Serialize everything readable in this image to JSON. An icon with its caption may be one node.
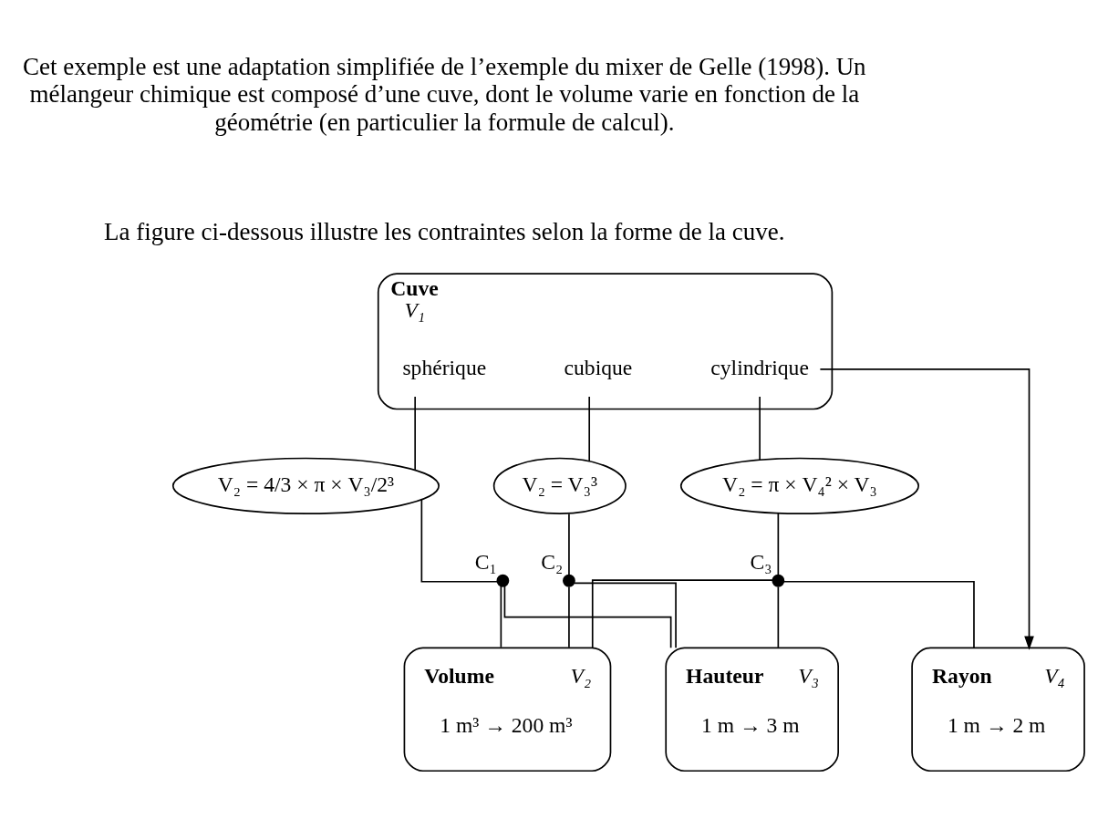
{
  "diagram": {
    "nodes": [
      {
        "text": [
          "Cuve",
          "V₁"
        ]
      },
      {
        "text": [
          "sphérique"
        ],
        "in": 0
      },
      {
        "text": [
          "cylindrique"
        ],
        "in": 0
      },
      {
        "text": [
          "cubique"
        ],
        "in": 0
      },
      {
        "text": [
          "V₂ = 4/3 × π × V₃/2³"
        ]
      },
      {
        "text": [
          "V₂ = V₃³"
        ]
      },
      {
        "text": [
          "V₂ = π × V₄² × V₃"
        ]
      },
      {
        "text": [],
        "shape": "circle",
        "beside": [
          "C₁"
        ]
      },
      {
        "text": [],
        "shape": "circle",
        "beside": [
          "C₂"
        ]
      },
      {
        "text": [],
        "shape": "circle",
        "beside": [
          "C₃"
        ]
      },
      {
        "text": [
          "Hauteur",
          "V₃",
          "1 m → 3 m"
        ]
      },
      {
        "text": [
          "Volume",
          "V₂",
          "1 m³ → 200 m³"
        ]
      },
      {
        "text": [
          "Rayon",
          "V₄",
          "1 m → 2 m"
        ]
      }
    ],
    "edges": [
      {
        "from": 1,
        "to": 4,
        "arrow": "none"
      },
      {
        "from": 4,
        "to": 7,
        "arrow": "none"
      },
      {
        "from": 7,
        "to": 10,
        "arrow": "none"
      },
      {
        "from": 7,
        "to": 11,
        "arrow": "none"
      },
      {
        "from": 3,
        "to": 5,
        "arrow": "none"
      },
      {
        "from": 5,
        "to": 8,
        "arrow": "none"
      },
      {
        "from": 8,
        "to": 10,
        "arrow": "none"
      },
      {
        "from": 8,
        "to": 11,
        "arrow": "none"
      },
      {
        "from": 2,
        "to": 6,
        "arrow": "none"
      },
      {
        "from": 6,
        "to": 9,
        "arrow": "none"
      },
      {
        "from": 9,
        "to": 10,
        "arrow": "none"
      },
      {
        "from": 9,
        "to": 11,
        "arrow": "none"
      },
      {
        "from": 9,
        "to": 12,
        "arrow": "none"
      },
      {
        "from": 2,
        "to": 12,
        "arrow": "to"
      }
    ],
    "labels": [
      "Cet exemple est une adaptation simplifiée de l’exemple du mixer de Gelle (1998). Un mélangeur chimique est composé d’une cuve, dont le volume varie en fonction de la géométrie (en particulier la formule de calcul).",
      "La figure ci-dessous illustre les contraintes selon la forme de la cuve."
    ]
  }
}
